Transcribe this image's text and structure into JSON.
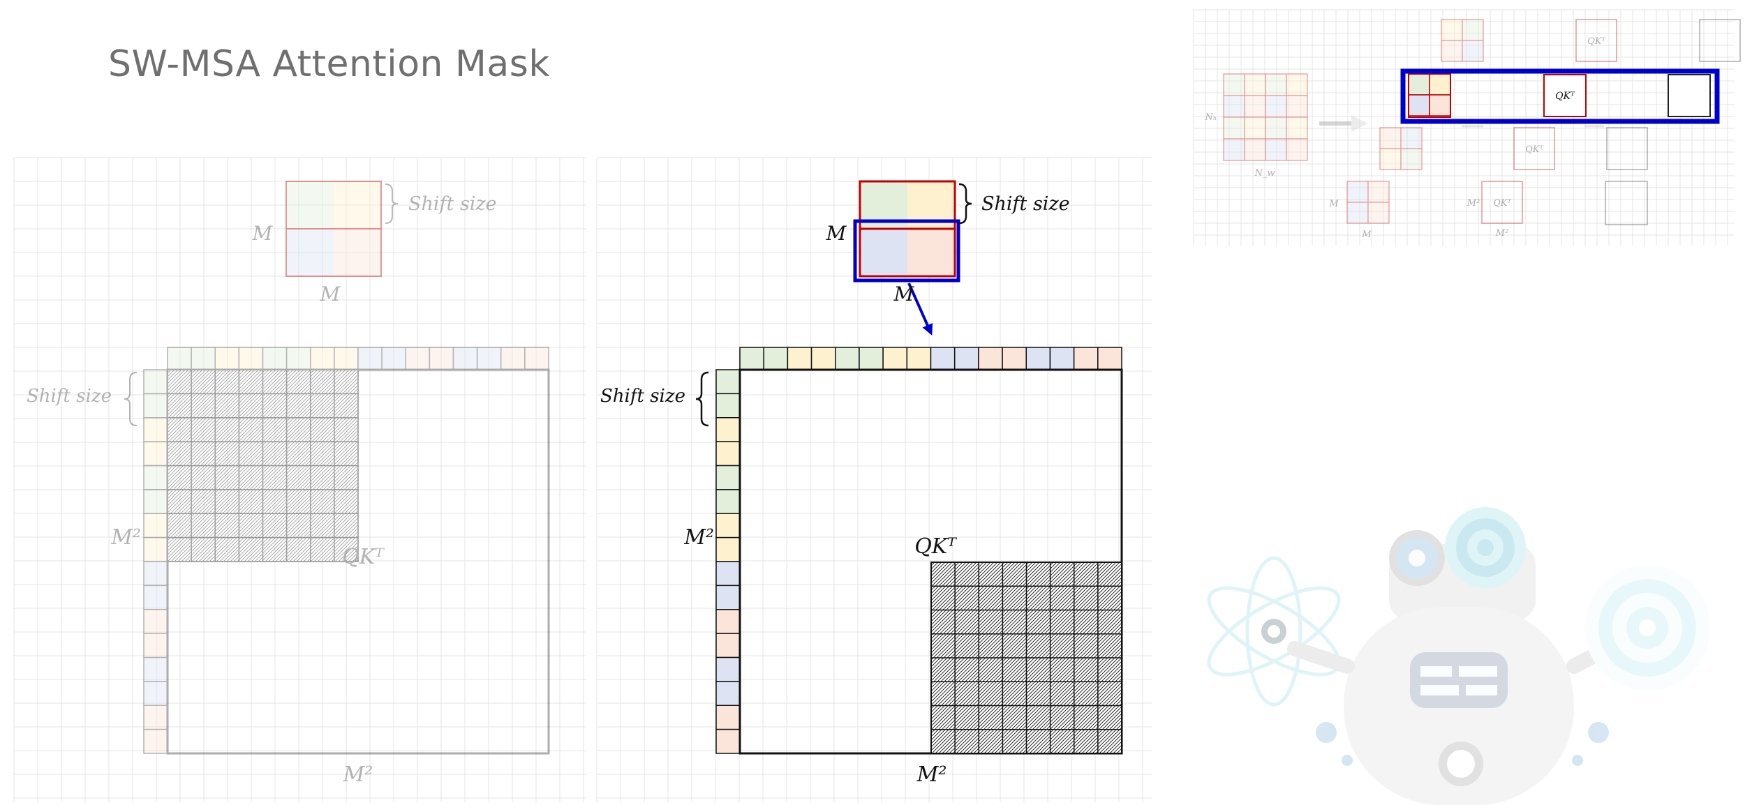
{
  "slide": {
    "title": "SW-MSA Attention Mask"
  },
  "labels": {
    "shift_size": "Shift size",
    "m": "M",
    "m2": "M²",
    "qkt": "QKᵀ",
    "nh": "Nₕ",
    "nw": "N_w"
  },
  "colors": {
    "green": "#e3efdb",
    "yellow": "#fdf1cf",
    "blue": "#dde3f3",
    "pink": "#fbe4d9",
    "red_border": "#c00000",
    "highlight": "#0000cc",
    "grid": "#e4e4e4"
  },
  "panels": {
    "left": {
      "state": "faded",
      "block_position": "top-left"
    },
    "right": {
      "state": "active",
      "block_position": "bottom-right"
    }
  },
  "thumbnail": {
    "state": "faded",
    "highlighted_row": 2
  },
  "robot": {
    "icon": "robot-mascot-icon"
  }
}
